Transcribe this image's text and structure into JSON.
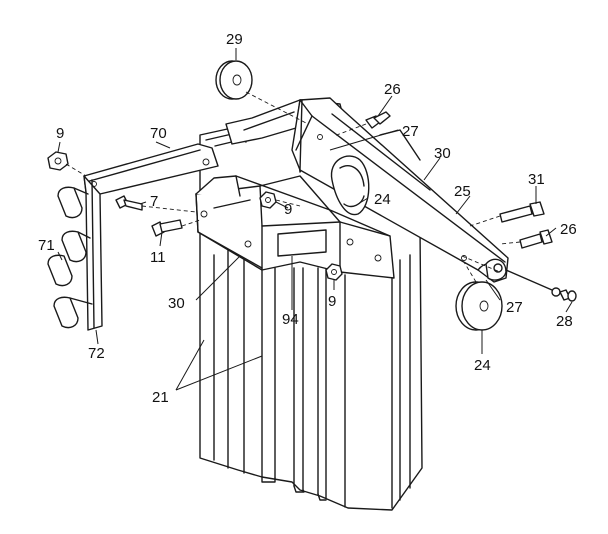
{
  "diagram": {
    "callouts": {
      "c9a": "9",
      "c9b": "9",
      "c9c": "9",
      "c70": "70",
      "c7": "7",
      "c11": "11",
      "c71": "71",
      "c72": "72",
      "c30a": "30",
      "c30b": "30",
      "c94": "94",
      "c21": "21",
      "c29": "29",
      "c26a": "26",
      "c26b": "26",
      "c27a": "27",
      "c27b": "27",
      "c24a": "24",
      "c24b": "24",
      "c25": "25",
      "c31": "31",
      "c28": "28"
    }
  }
}
